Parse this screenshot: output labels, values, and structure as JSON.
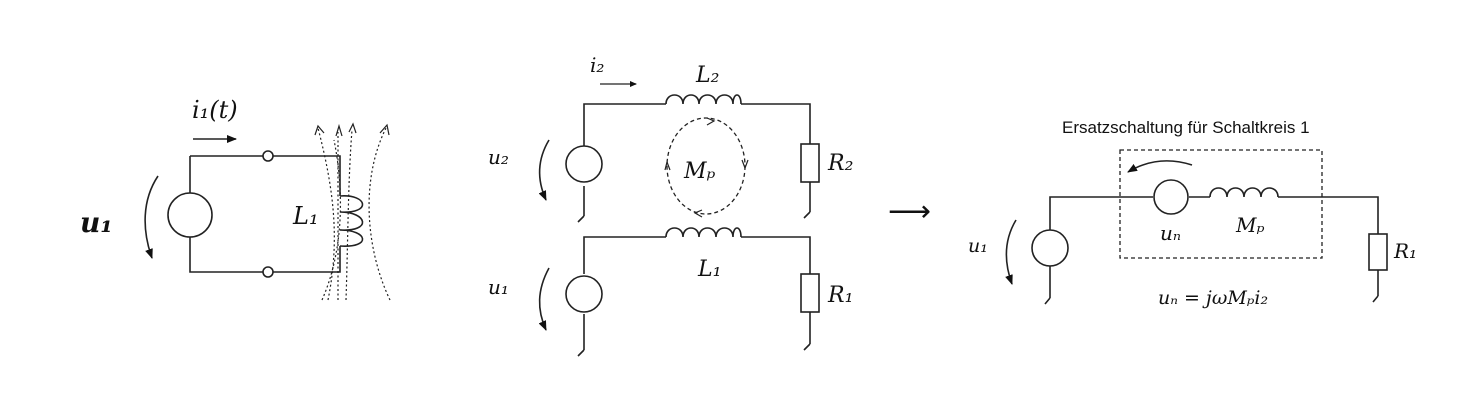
{
  "left": {
    "source_voltage": "u₁",
    "current": "i₁(t)",
    "inductor": "L₁"
  },
  "middle": {
    "current": "i₂",
    "top_inductor": "L₂",
    "top_voltage": "u₂",
    "mutual": "Mₚ",
    "top_resistor": "R₂",
    "bottom_voltage": "u₁",
    "bottom_inductor": "L₁",
    "bottom_resistor": "R₁"
  },
  "transform_arrow": "⟶",
  "right": {
    "title": "Ersatzschaltung für Schaltkreis 1",
    "source_voltage": "u₁",
    "induced_voltage": "uₙ",
    "mutual": "Mₚ",
    "resistor": "R₁",
    "equation": "uₙ = jωMₚi₂"
  }
}
